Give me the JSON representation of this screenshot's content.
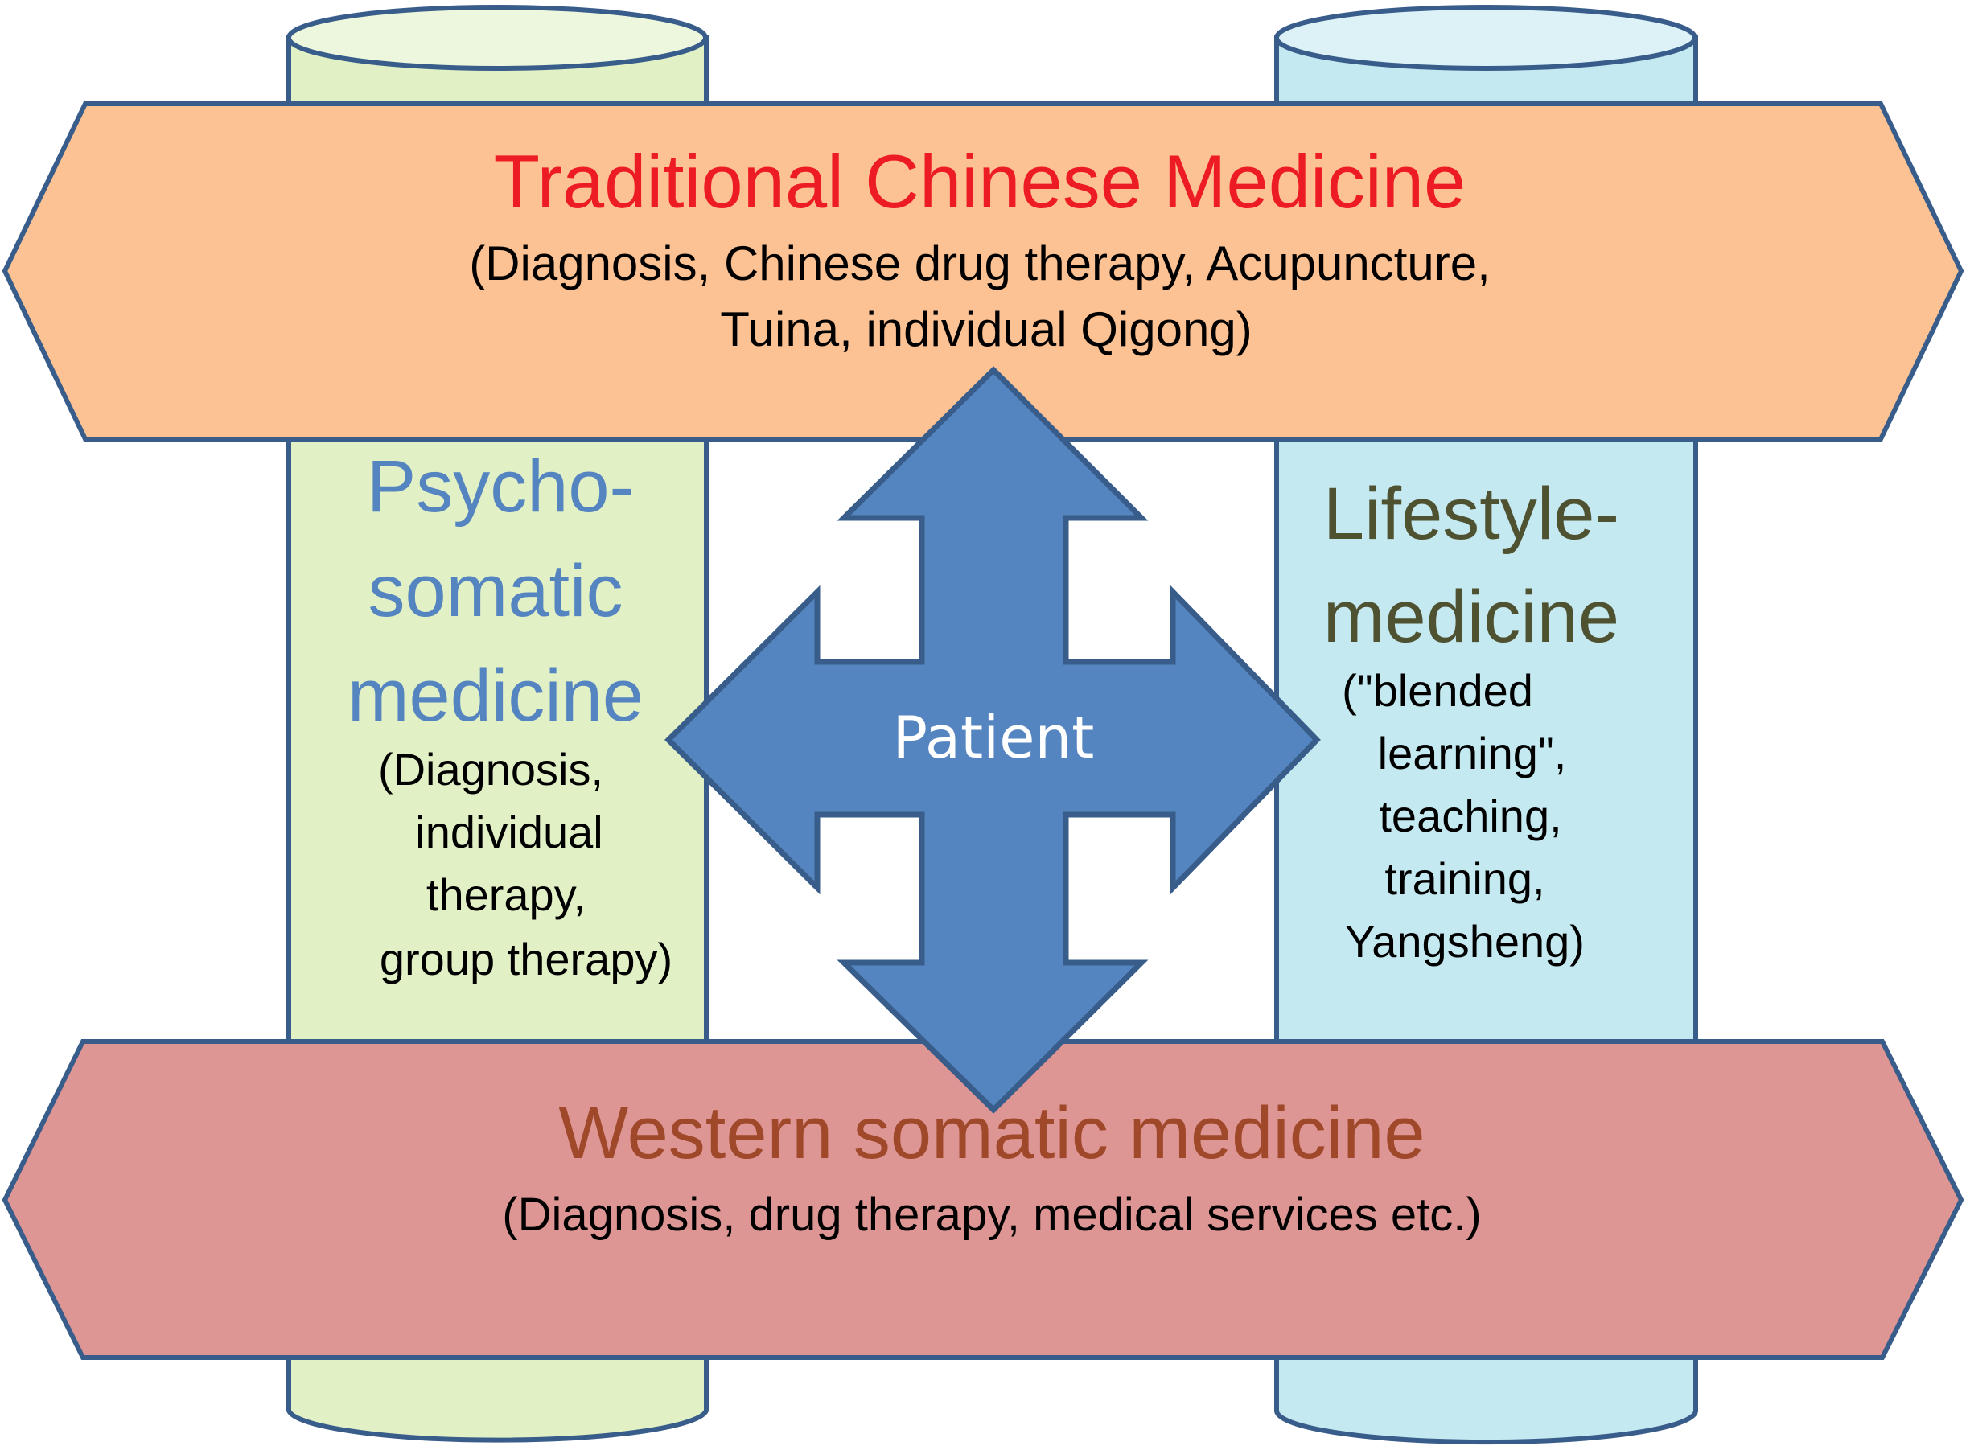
{
  "diagram": {
    "colors": {
      "outline": "#385d8a",
      "left_pillar_fill": "#e2f0c6",
      "left_pillar_top": "#edf7dd",
      "right_pillar_fill": "#c4e9f1",
      "right_pillar_top": "#dcf2f7",
      "top_band_fill": "#fdc293",
      "bottom_band_fill": "#de9694",
      "cross_fill": "#5585c0",
      "tcm_title": "#ed1c24",
      "western_title": "#a0482a",
      "psycho_title": "#5585c0",
      "lifestyle_title": "#4f5230",
      "body_text": "#000000",
      "patient_text": "#ffffff"
    },
    "top_band": {
      "title": "Traditional Chinese Medicine",
      "lines": [
        "(Diagnosis, Chinese drug therapy, Acupuncture,",
        "Tuina, individual Qigong)"
      ]
    },
    "bottom_band": {
      "title": "Western somatic medicine",
      "lines": [
        "(Diagnosis, drug therapy, medical services etc.)"
      ]
    },
    "left_pillar": {
      "title_lines": [
        "Psycho-",
        "somatic",
        "medicine"
      ],
      "lines": [
        "(Diagnosis,",
        "individual",
        "therapy,",
        "group therapy)"
      ]
    },
    "right_pillar": {
      "title_lines": [
        "Lifestyle-",
        "medicine"
      ],
      "lines": [
        "(\"blended",
        "learning\",",
        "teaching,",
        "training,",
        "Yangsheng)"
      ]
    },
    "center": {
      "label": "Patient"
    }
  }
}
